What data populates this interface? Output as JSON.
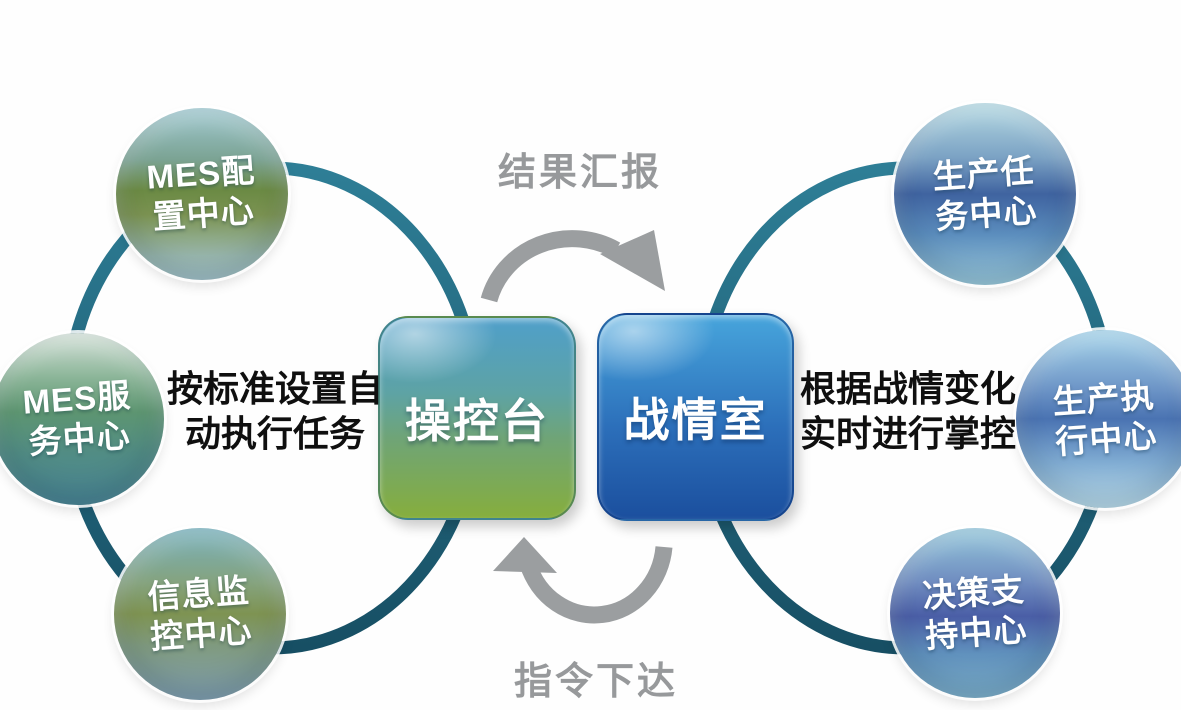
{
  "diagram": {
    "flows": {
      "top_label": "结果汇报",
      "bottom_label": "指令下达"
    },
    "center_boxes": {
      "console": {
        "label": "操控台"
      },
      "war_room": {
        "label": "战情室"
      }
    },
    "left_group": {
      "caption": {
        "line1": "按标准设置自",
        "line2": "动执行任务"
      },
      "nodes": [
        {
          "line1": "MES配",
          "line2": "置中心"
        },
        {
          "line1": "MES服",
          "line2": "务中心"
        },
        {
          "line1": "信息监",
          "line2": "控中心"
        }
      ]
    },
    "right_group": {
      "caption": {
        "line1": "根据战情变化",
        "line2": "实时进行掌控"
      },
      "nodes": [
        {
          "line1": "生产任",
          "line2": "务中心"
        },
        {
          "line1": "生产执",
          "line2": "行中心"
        },
        {
          "line1": "决策支",
          "line2": "持中心"
        }
      ]
    },
    "colors": {
      "ring_teal": "#1e637c",
      "arrow_gray": "#9b9ea0",
      "flow_label_gray": "#97999b",
      "caption_black": "#0f0f0f",
      "console_box_top": "#4f9fca",
      "console_box_bottom": "#86ae3d",
      "war_room_box_top": "#47a5dc",
      "war_room_box_bottom": "#1b4f9e"
    }
  }
}
